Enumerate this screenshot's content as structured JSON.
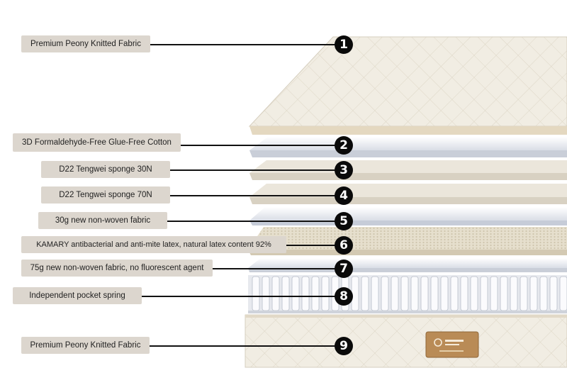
{
  "layers": [
    {
      "number": "1",
      "label": "Premium Peony Knitted Fabric"
    },
    {
      "number": "2",
      "label": "3D Formaldehyde-Free Glue-Free Cotton"
    },
    {
      "number": "3",
      "label": "D22 Tengwei sponge 30N"
    },
    {
      "number": "4",
      "label": "D22 Tengwei sponge 70N"
    },
    {
      "number": "5",
      "label": "30g new non-woven fabric"
    },
    {
      "number": "6",
      "label": "KAMARY antibacterial and anti-mite latex, natural latex content 92%"
    },
    {
      "number": "7",
      "label": "75g new non-woven fabric, no fluorescent agent"
    },
    {
      "number": "8",
      "label": "Independent pocket spring"
    },
    {
      "number": "9",
      "label": "Premium Peony Knitted Fabric"
    }
  ],
  "colors": {
    "fabric": "#f1ede3",
    "foam": "#eae6dc",
    "nonwoven": "#f2f4f8",
    "latex": "#e6dfcd",
    "label_bg": "#dcd6ce"
  }
}
